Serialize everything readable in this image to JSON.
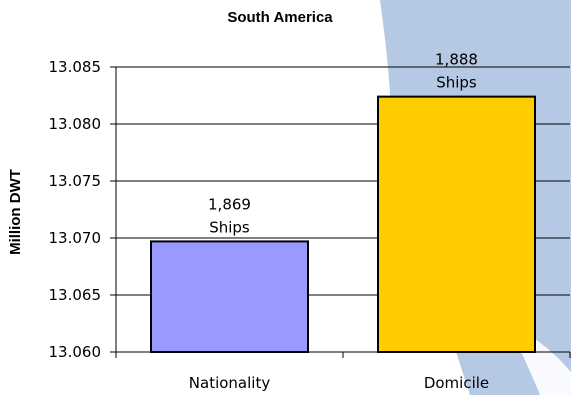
{
  "chart_data": {
    "type": "bar",
    "title": "South America",
    "xlabel": "",
    "ylabel": "Million DWT",
    "categories": [
      "Nationality",
      "Domicile"
    ],
    "values": [
      13.0697,
      13.0824
    ],
    "data_labels": [
      [
        "1,869",
        "Ships"
      ],
      [
        "1,888",
        "Ships"
      ]
    ],
    "bar_colors": [
      "#9999ff",
      "#ffcc00"
    ],
    "ylim": [
      13.06,
      13.085
    ],
    "yticks": [
      13.06,
      13.065,
      13.07,
      13.075,
      13.08,
      13.085
    ],
    "ytick_labels": [
      "13.060",
      "13.065",
      "13.070",
      "13.075",
      "13.080",
      "13.085"
    ],
    "grid": true,
    "legend": false
  },
  "colors": {
    "map_land": "#a8c0e0",
    "gridline": "#000000",
    "bar_outline": "#000000"
  }
}
